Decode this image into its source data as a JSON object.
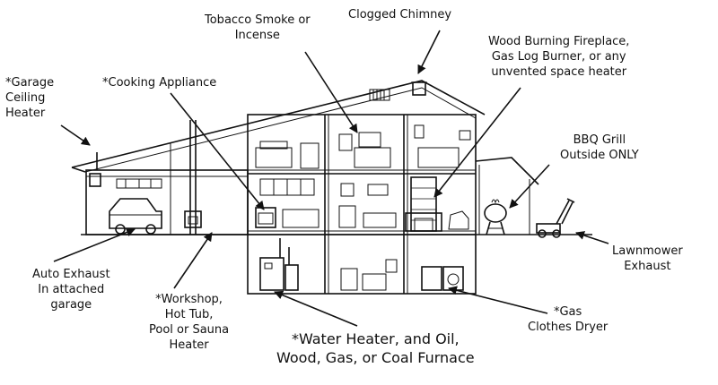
{
  "labels": {
    "tobacco": [
      "Tobacco Smoke or",
      "Incense"
    ],
    "chimney": [
      "Clogged Chimney"
    ],
    "fireplace": [
      "Wood Burning Fireplace,",
      "Gas Log Burner, or any",
      "unvented space heater"
    ],
    "garage_heater": [
      "*Garage",
      "Ceiling",
      "Heater"
    ],
    "cooking": [
      "*Cooking Appliance"
    ],
    "bbq": [
      "BBQ Grill",
      "Outside ONLY"
    ],
    "lawnmower": [
      "Lawnmower",
      "Exhaust"
    ],
    "auto": [
      "Auto Exhaust",
      "In attached",
      "garage"
    ],
    "workshop": [
      "*Workshop,",
      "Hot Tub,",
      "Pool or Sauna",
      "Heater"
    ],
    "gas_dryer": [
      "*Gas",
      "Clothes Dryer"
    ],
    "water_heater": [
      "*Water Heater, and Oil,",
      "Wood, Gas, or Coal Furnace"
    ]
  },
  "colors": {
    "ink": "#111111",
    "background": "#ffffff"
  }
}
